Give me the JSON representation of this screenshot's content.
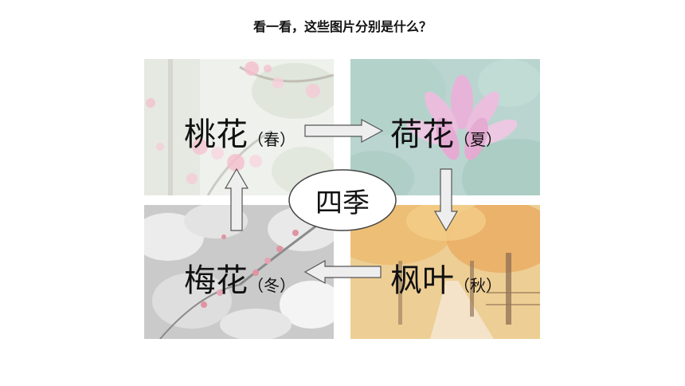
{
  "header": {
    "title": "看一看，这些图片分别是什么？"
  },
  "panels": {
    "spring": {
      "name": "桃花",
      "season": "（春）"
    },
    "summer": {
      "name": "荷花",
      "season": "（夏）"
    },
    "autumn": {
      "name": "枫叶",
      "season": "（秋）"
    },
    "winter": {
      "name": "梅花",
      "season": "（冬）"
    }
  },
  "center": {
    "label": "四季"
  }
}
